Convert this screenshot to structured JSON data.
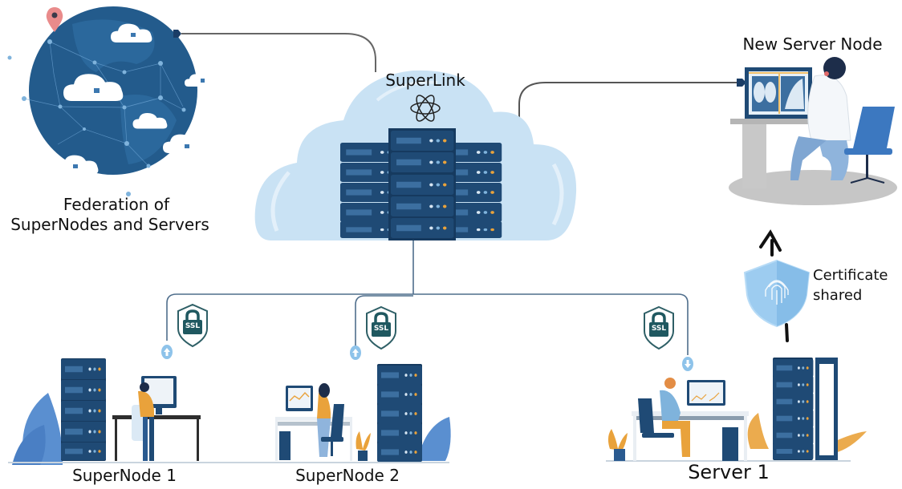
{
  "diagram": {
    "federation": {
      "label_line1": "Federation of",
      "label_line2": "SuperNodes and Servers"
    },
    "superlink": {
      "label": "SuperLink",
      "icon": "atom-icon"
    },
    "new_server_node": {
      "label": "New Server Node"
    },
    "certificate": {
      "label_line1": "Certificate",
      "label_line2": "shared",
      "icon": "fingerprint-shield-icon"
    },
    "ssl_badges": [
      {
        "label": "SSL",
        "target": "SuperNode 1"
      },
      {
        "label": "SSL",
        "target": "SuperNode 2"
      },
      {
        "label": "SSL",
        "target": "Server 1"
      }
    ],
    "nodes": [
      {
        "label": "SuperNode 1",
        "direction": "up"
      },
      {
        "label": "SuperNode 2",
        "direction": "up"
      },
      {
        "label": "Server 1",
        "direction": "down"
      }
    ],
    "colors": {
      "globe": "#235b8c",
      "cloud": "#c9e2f4",
      "server": "#1f4a75",
      "connector": "#4f6e8c",
      "ssl_badge": "#1f5860",
      "arrow_badge": "#8ec3ea",
      "accent_orange": "#e9a23b",
      "shield": "#9dccf0"
    }
  }
}
